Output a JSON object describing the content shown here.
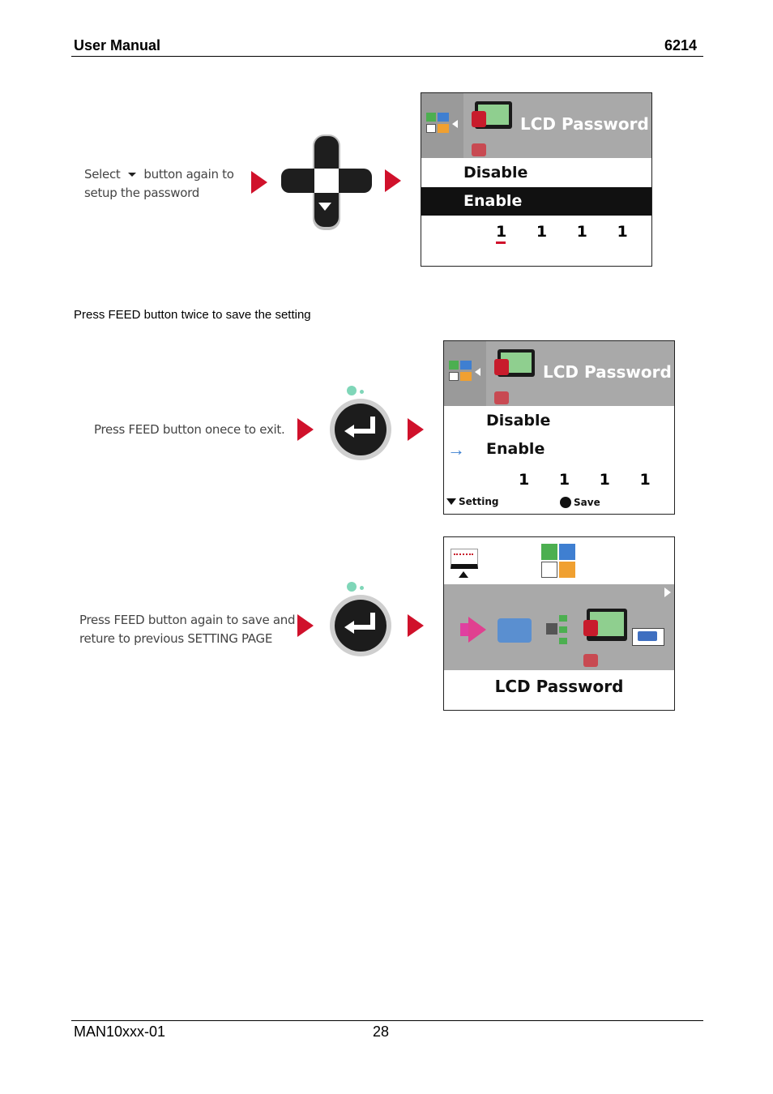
{
  "header": {
    "left": "User Manual",
    "right": "6214"
  },
  "step1": {
    "caption_line1_a": "Select",
    "caption_line1_b": "button again to",
    "caption_line2": "setup the password",
    "lcd": {
      "title": "LCD Password",
      "option1": "Disable",
      "option2": "Enable",
      "digits": "1 1 1 1"
    }
  },
  "instruction": "Press FEED button twice to save the setting",
  "step2": {
    "caption": "Press FEED button onece to exit.",
    "lcd": {
      "title": "LCD Password",
      "option1": "Disable",
      "option2": "Enable",
      "digits": "1 1 1 1",
      "footer_left": "Setting",
      "footer_right": "Save"
    }
  },
  "step3": {
    "caption_line1": "Press FEED button again to save and",
    "caption_line2": "reture to previous SETTING PAGE",
    "lcd": {
      "label": "LCD Password"
    }
  },
  "footer": {
    "left": "MAN10xxx-01",
    "page": "28"
  },
  "colors": {
    "accent_red": "#d0112b",
    "lcd_gray": "#a9a9a9",
    "enable_highlight": "#111111",
    "arrow_blue": "#3b7fd0"
  }
}
